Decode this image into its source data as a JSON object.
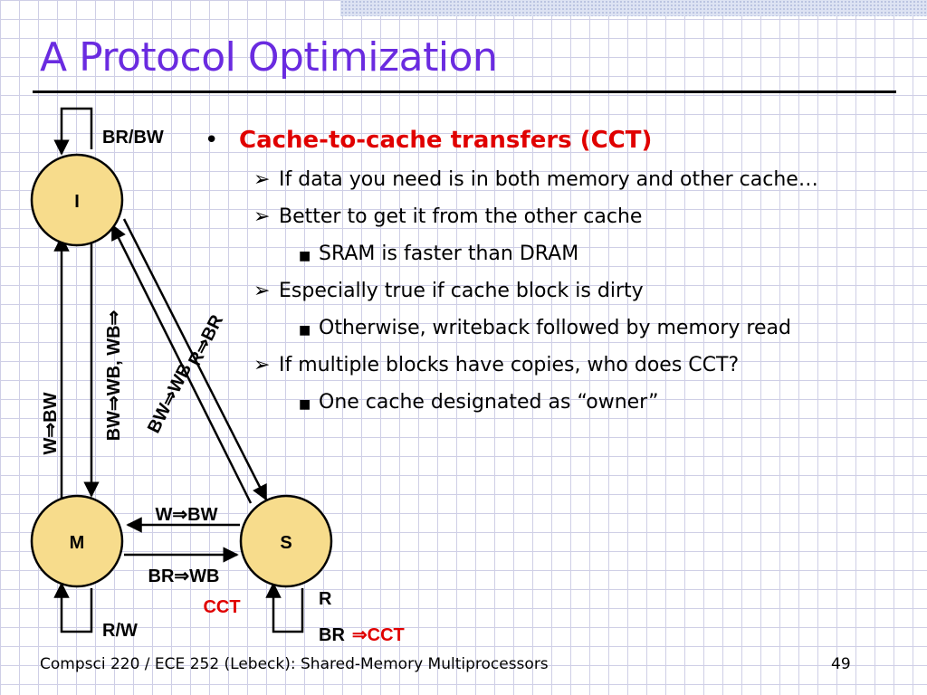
{
  "slide": {
    "title": "A Protocol Optimization",
    "footer": "Compsci 220 / ECE 252 (Lebeck): Shared-Memory Multiprocessors",
    "page_number": "49"
  },
  "diagram": {
    "states": [
      {
        "id": "I",
        "label": "I"
      },
      {
        "id": "M",
        "label": "M"
      },
      {
        "id": "S",
        "label": "S"
      }
    ],
    "transitions": {
      "i_self": "BR/BW",
      "m_to_i": "W⇒BW",
      "i_to_m": "BW⇒WB, WB⇒",
      "s_to_i": "BW⇒WB",
      "i_to_s": "R⇒BR",
      "s_to_m": "W⇒BW",
      "m_to_s": "BR⇒WB",
      "m_to_s_extra": "CCT",
      "m_self": "R/W",
      "s_self_r": "R",
      "s_self_br": "BR",
      "s_self_cct": "⇒CCT"
    },
    "colors": {
      "state_fill": "#f7dc8c",
      "highlight": "#e00000",
      "title": "#6a2be0"
    }
  },
  "bullets": {
    "l1": "Cache-to-cache transfers (CCT)",
    "l2": "If data you need is in both memory and other cache…",
    "l3": "Better to get it from the other cache",
    "l4": "SRAM is faster than DRAM",
    "l5": "Especially true if cache block is dirty",
    "l6": "Otherwise, writeback followed by memory read",
    "l7": "If multiple blocks have copies, who does CCT?",
    "l8": "One cache designated as “owner”"
  }
}
